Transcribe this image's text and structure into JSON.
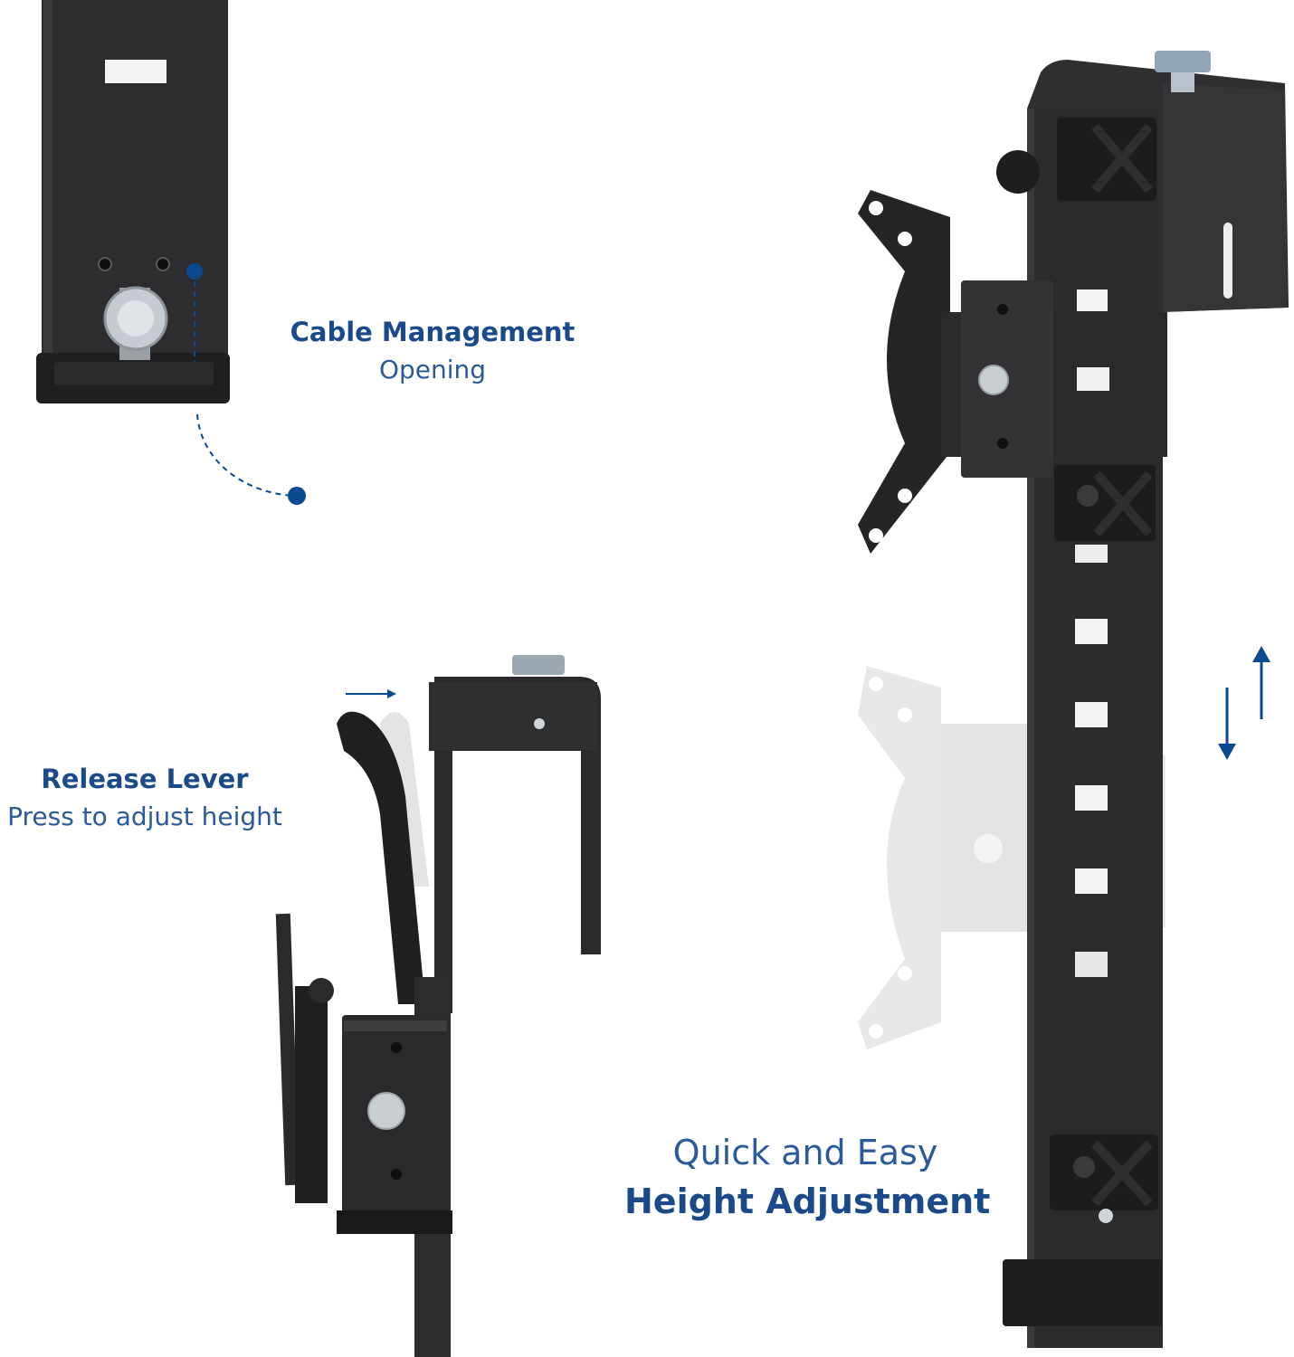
{
  "callouts": {
    "cable": {
      "title": "Cable Management",
      "subtitle": "Opening"
    },
    "lever": {
      "title": "Release Lever",
      "subtitle": "Press to adjust height"
    },
    "height": {
      "line1": "Quick and Easy",
      "line2": "Height Adjustment"
    }
  },
  "colors": {
    "accent": "#0b4a91",
    "metal": "#2a2a2c",
    "ghost": "#e2e2e2"
  }
}
